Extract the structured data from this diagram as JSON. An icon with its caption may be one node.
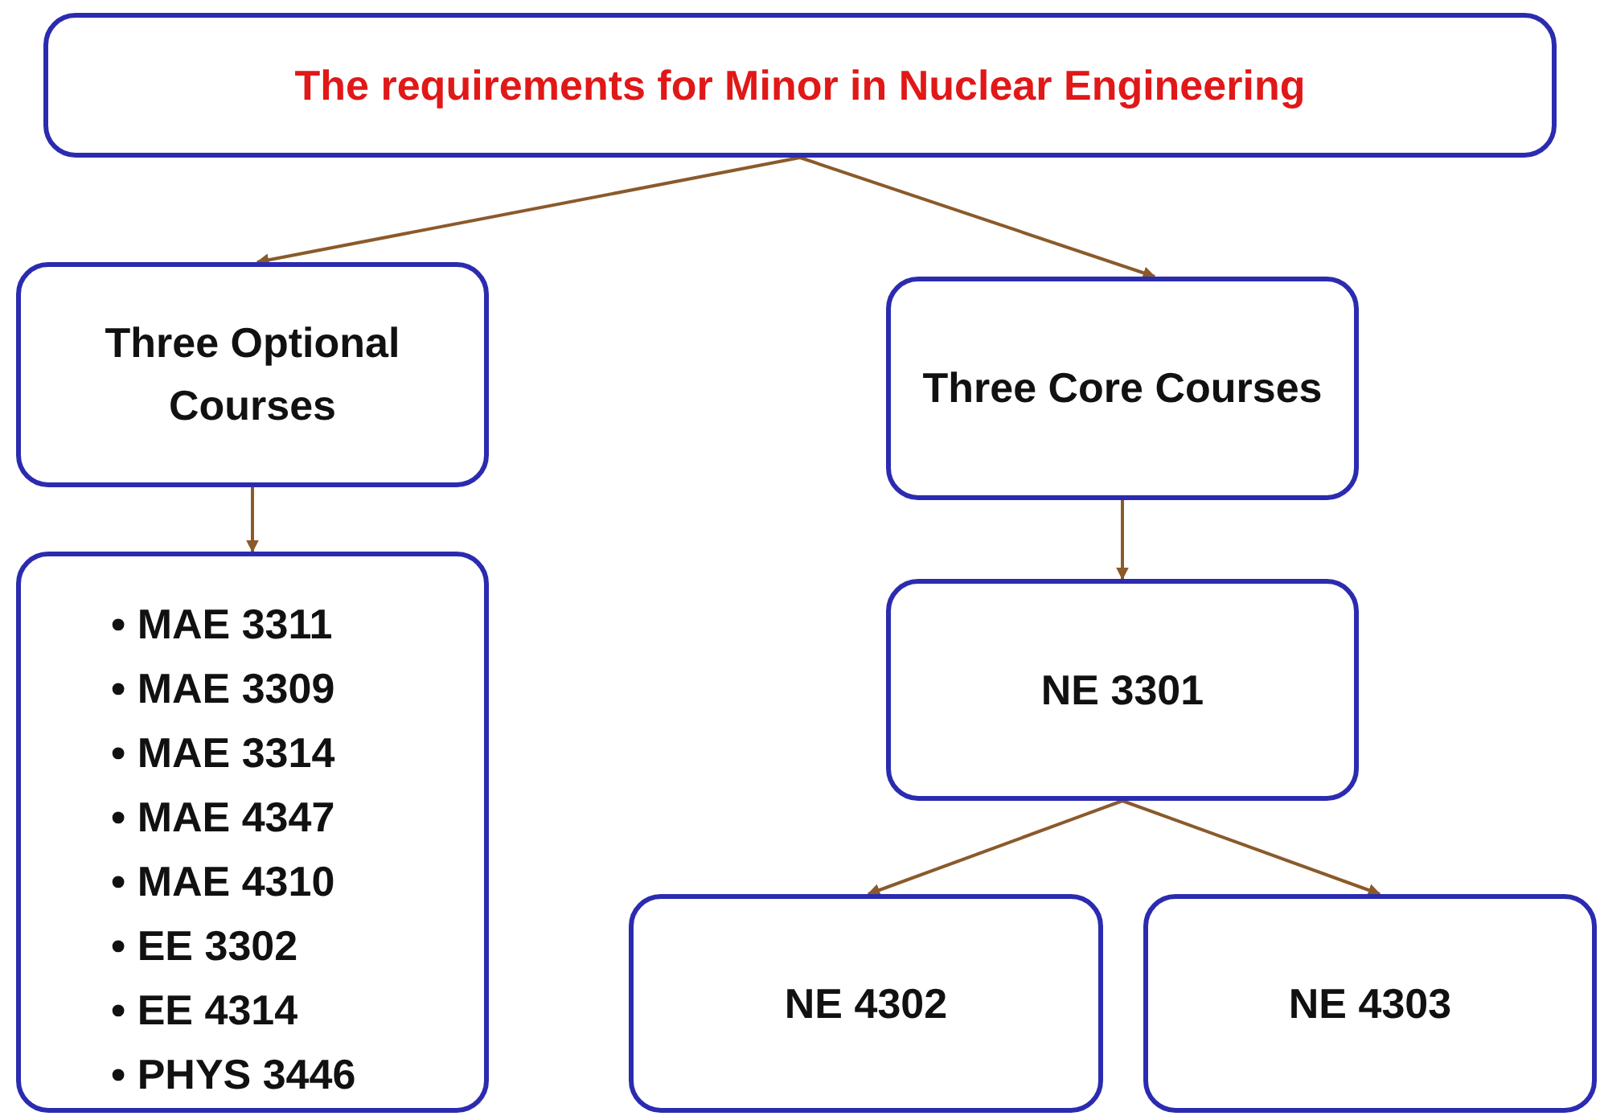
{
  "diagram": {
    "nodes": [
      {
        "text": [
          "The requirements for Minor in Nuclear Engineering"
        ]
      },
      {
        "text": [
          "Three Optional Courses"
        ]
      },
      {
        "text": [
          "Three Core Courses"
        ]
      },
      {
        "text": [
          "• MAE 3311",
          "• MAE 3309",
          "• MAE 3314",
          "• MAE 4347",
          "• MAE 4310",
          "• EE 3302",
          "• EE 4314",
          "• PHYS 3446"
        ]
      },
      {
        "text": [
          "NE 3301"
        ]
      },
      {
        "text": [
          "NE 4302"
        ]
      },
      {
        "text": [
          "NE 4303"
        ]
      }
    ],
    "edges": [
      {
        "from": 0,
        "to": 1,
        "arrow": "to"
      },
      {
        "from": 0,
        "to": 2,
        "arrow": "to"
      },
      {
        "from": 1,
        "to": 3,
        "arrow": "to"
      },
      {
        "from": 2,
        "to": 4,
        "arrow": "to"
      },
      {
        "from": 4,
        "to": 5,
        "arrow": "to"
      },
      {
        "from": 4,
        "to": 6,
        "arrow": "to"
      }
    ]
  }
}
